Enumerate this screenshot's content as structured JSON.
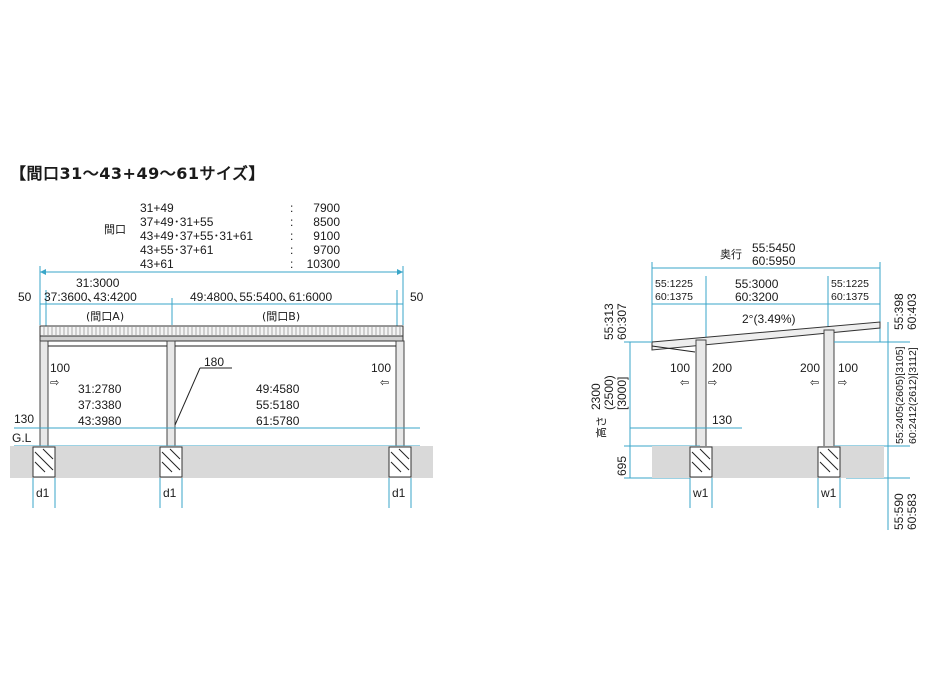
{
  "heading": "【間口31～43+49～61サイズ】",
  "front": {
    "width_label": "間口",
    "combos": [
      "31+49",
      "37+49･31+55",
      "43+49･37+55･31+61",
      "43+55･37+61",
      "43+61"
    ],
    "colons": [
      ":",
      ":",
      ":",
      ":",
      ":"
    ],
    "combo_values": [
      "7900",
      "8500",
      "9100",
      "9700",
      "10300"
    ],
    "top_dim_a": "31:3000",
    "top_dim_a2": "37:3600､43:4200",
    "top_dim_b": "49:4800､55:5400､61:6000",
    "overhang_left": "50",
    "overhang_right": "50",
    "bay_a": "(間口A)",
    "bay_b": "(間口B)",
    "arrow_left": "100",
    "arrow_right": "100",
    "beam": "180",
    "inner_a": [
      "31:2780",
      "37:3380",
      "43:3980"
    ],
    "inner_b": [
      "49:4580",
      "55:5180",
      "61:5780"
    ],
    "base_height": "130",
    "gl": "G.L",
    "footing": [
      "d1",
      "d1",
      "d1"
    ]
  },
  "side": {
    "depth_label": "奥行",
    "depth_values": [
      "55:5450",
      "60:5950"
    ],
    "left_sub": [
      "55:1225",
      "60:1375"
    ],
    "mid_sub": [
      "55:3000",
      "60:3200"
    ],
    "right_sub": [
      "55:1225",
      "60:1375"
    ],
    "slope": "2°(3.49%)",
    "left_roof": [
      "55:313",
      "60:307"
    ],
    "right_roof": [
      "55:398",
      "60:403"
    ],
    "height_label": "高さ",
    "heights": [
      "2300",
      "(2500)",
      "[3000]"
    ],
    "arrow_a": [
      "100",
      "200"
    ],
    "arrow_b": [
      "200",
      "100"
    ],
    "base_height": "130",
    "embed": "695",
    "right_post": [
      "55:2405(2605)[3105]",
      "60:2412(2612)[3112]"
    ],
    "right_foot": [
      "55:590",
      "60:583"
    ],
    "footing": [
      "w1",
      "w1"
    ]
  }
}
